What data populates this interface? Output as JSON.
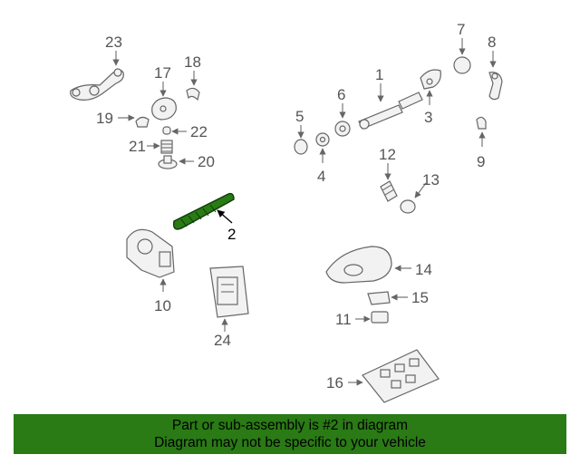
{
  "labels": {
    "p1": "1",
    "p2": "2",
    "p3": "3",
    "p4": "4",
    "p5": "5",
    "p6": "6",
    "p7": "7",
    "p8": "8",
    "p9": "9",
    "p10": "10",
    "p11": "11",
    "p12": "12",
    "p13": "13",
    "p14": "14",
    "p15": "15",
    "p16": "16",
    "p17": "17",
    "p18": "18",
    "p19": "19",
    "p20": "20",
    "p21": "21",
    "p22": "22",
    "p23": "23",
    "p24": "24"
  },
  "highlighted_part": "2",
  "banner": {
    "line1": "Part or sub-assembly is #2 in diagram",
    "line2": "Diagram may not be specific to your vehicle"
  },
  "colors": {
    "highlight": "#2a7a15",
    "banner_bg": "#2a7a15"
  }
}
